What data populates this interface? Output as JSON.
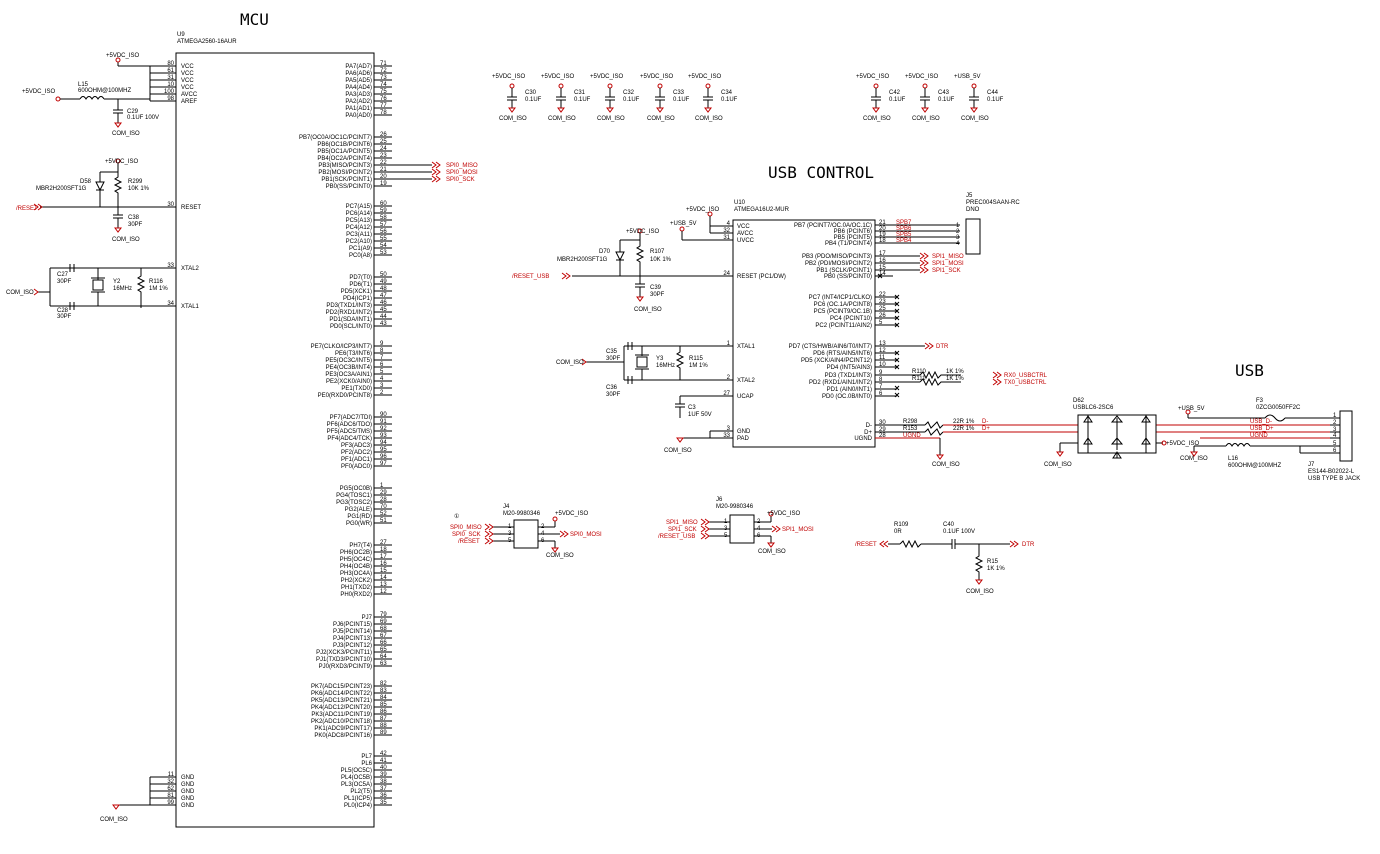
{
  "titles": {
    "mcu": "MCU",
    "usb_control": "USB CONTROL",
    "usb": "USB"
  },
  "u9": {
    "ref": "U9",
    "part": "ATMEGA2560-16AUR",
    "left_pins": [
      {
        "num": "80",
        "name": "VCC"
      },
      {
        "num": "61",
        "name": "VCC"
      },
      {
        "num": "31",
        "name": "VCC"
      },
      {
        "num": "10",
        "name": "VCC"
      },
      {
        "num": "100",
        "name": "AVCC"
      },
      {
        "num": "98",
        "name": "AREF"
      },
      {
        "num": "30",
        "name": "RESET"
      },
      {
        "num": "33",
        "name": "XTAL2"
      },
      {
        "num": "34",
        "name": "XTAL1"
      },
      {
        "num": "11",
        "name": "GND"
      },
      {
        "num": "32",
        "name": "GND"
      },
      {
        "num": "62",
        "name": "GND"
      },
      {
        "num": "81",
        "name": "GND"
      },
      {
        "num": "99",
        "name": "GND"
      }
    ],
    "right_groups": [
      [
        {
          "name": "PA7(AD7)",
          "num": "71"
        },
        {
          "name": "PA6(AD6)",
          "num": "72"
        },
        {
          "name": "PA5(AD5)",
          "num": "73"
        },
        {
          "name": "PA4(AD4)",
          "num": "74"
        },
        {
          "name": "PA3(AD3)",
          "num": "75"
        },
        {
          "name": "PA2(AD2)",
          "num": "76"
        },
        {
          "name": "PA1(AD1)",
          "num": "77"
        },
        {
          "name": "PA0(AD0)",
          "num": "78"
        }
      ],
      [
        {
          "name": "PB7(OC0A/OC1C/PCINT7)",
          "num": "26"
        },
        {
          "name": "PB6(OC1B/PCINT6)",
          "num": "25"
        },
        {
          "name": "PB5(OC1A/PCINT5)",
          "num": "24"
        },
        {
          "name": "PB4(OC2A/PCINT4)",
          "num": "23"
        },
        {
          "name": "PB3(MISO/PCINT3)",
          "num": "22"
        },
        {
          "name": "PB2(MOSI/PCINT2)",
          "num": "21"
        },
        {
          "name": "PB1(SCK/PCINT1)",
          "num": "20"
        },
        {
          "name": "PB0(SS/PCINT0)",
          "num": "19"
        }
      ],
      [
        {
          "name": "PC7(A15)",
          "num": "60"
        },
        {
          "name": "PC6(A14)",
          "num": "59"
        },
        {
          "name": "PC5(A13)",
          "num": "58"
        },
        {
          "name": "PC4(A12)",
          "num": "57"
        },
        {
          "name": "PC3(A11)",
          "num": "56"
        },
        {
          "name": "PC2(A10)",
          "num": "55"
        },
        {
          "name": "PC1(A9)",
          "num": "54"
        },
        {
          "name": "PC0(A8)",
          "num": "53"
        }
      ],
      [
        {
          "name": "PD7(T0)",
          "num": "50"
        },
        {
          "name": "PD6(T1)",
          "num": "49"
        },
        {
          "name": "PD5(XCK1)",
          "num": "48"
        },
        {
          "name": "PD4(ICP1)",
          "num": "47"
        },
        {
          "name": "PD3(TXD1/INT3)",
          "num": "46"
        },
        {
          "name": "PD2(RXD1/INT2)",
          "num": "45"
        },
        {
          "name": "PD1(SDA/INT1)",
          "num": "44"
        },
        {
          "name": "PD0(SCL/INT0)",
          "num": "43"
        }
      ],
      [
        {
          "name": "PE7(CLKO/ICP3/INT7)",
          "num": "9"
        },
        {
          "name": "PE6(T3/INT6)",
          "num": "8"
        },
        {
          "name": "PE5(OC3C/INT5)",
          "num": "7"
        },
        {
          "name": "PE4(OC3B/INT4)",
          "num": "6"
        },
        {
          "name": "PE3(OC3A/AIN1)",
          "num": "5"
        },
        {
          "name": "PE2(XCK0/AIN0)",
          "num": "4"
        },
        {
          "name": "PE1(TXD0)",
          "num": "3"
        },
        {
          "name": "PE0(RXD0/PCINT8)",
          "num": "2"
        }
      ],
      [
        {
          "name": "PF7(ADC7/TDI)",
          "num": "90"
        },
        {
          "name": "PF6(ADC6/TDO)",
          "num": "91"
        },
        {
          "name": "PF5(ADC5/TMS)",
          "num": "92"
        },
        {
          "name": "PF4(ADC4/TCK)",
          "num": "93"
        },
        {
          "name": "PF3(ADC3)",
          "num": "94"
        },
        {
          "name": "PF2(ADC2)",
          "num": "95"
        },
        {
          "name": "PF1(ADC1)",
          "num": "96"
        },
        {
          "name": "PF0(ADC0)",
          "num": "97"
        }
      ],
      [
        {
          "name": "PG5(OC0B)",
          "num": "1"
        },
        {
          "name": "PG4(TOSC1)",
          "num": "29"
        },
        {
          "name": "PG3(TOSC2)",
          "num": "28"
        },
        {
          "name": "PG2(ALE)",
          "num": "70"
        },
        {
          "name": "PG1(RD)",
          "num": "52"
        },
        {
          "name": "PG0(WR)",
          "num": "51"
        }
      ],
      [
        {
          "name": "PH7(T4)",
          "num": "27"
        },
        {
          "name": "PH6(OC2B)",
          "num": "18"
        },
        {
          "name": "PH5(OC4C)",
          "num": "17"
        },
        {
          "name": "PH4(OC4B)",
          "num": "16"
        },
        {
          "name": "PH3(OC4A)",
          "num": "15"
        },
        {
          "name": "PH2(XCK2)",
          "num": "14"
        },
        {
          "name": "PH1(TXD2)",
          "num": "13"
        },
        {
          "name": "PH0(RXD2)",
          "num": "12"
        }
      ],
      [
        {
          "name": "PJ7",
          "num": "79"
        },
        {
          "name": "PJ6(PCINT15)",
          "num": "69"
        },
        {
          "name": "PJ5(PCINT14)",
          "num": "68"
        },
        {
          "name": "PJ4(PCINT13)",
          "num": "67"
        },
        {
          "name": "PJ3(PCINT12)",
          "num": "66"
        },
        {
          "name": "PJ2(XCK3/PCINT11)",
          "num": "65"
        },
        {
          "name": "PJ1(TXD3/PCINT10)",
          "num": "64"
        },
        {
          "name": "PJ0(RXD3/PCINT9)",
          "num": "63"
        }
      ],
      [
        {
          "name": "PK7(ADC15/PCINT23)",
          "num": "82"
        },
        {
          "name": "PK6(ADC14/PCINT22)",
          "num": "83"
        },
        {
          "name": "PK5(ADC13/PCINT21)",
          "num": "84"
        },
        {
          "name": "PK4(ADC12/PCINT20)",
          "num": "85"
        },
        {
          "name": "PK3(ADC11/PCINT19)",
          "num": "86"
        },
        {
          "name": "PK2(ADC10/PCINT18)",
          "num": "87"
        },
        {
          "name": "PK1(ADC9/PCINT17)",
          "num": "88"
        },
        {
          "name": "PK0(ADC8/PCINT16)",
          "num": "89"
        }
      ],
      [
        {
          "name": "PL7",
          "num": "42"
        },
        {
          "name": "PL6",
          "num": "41"
        },
        {
          "name": "PL5(OC5C)",
          "num": "40"
        },
        {
          "name": "PL4(OC5B)",
          "num": "39"
        },
        {
          "name": "PL3(OC5A)",
          "num": "38"
        },
        {
          "name": "PL2(T5)",
          "num": "37"
        },
        {
          "name": "PL1(ICP5)",
          "num": "36"
        },
        {
          "name": "PL0(ICP4)",
          "num": "35"
        }
      ]
    ],
    "nets": {
      "miso": "SPI0_MISO",
      "mosi": "SPI0_MOSI",
      "sck": "SPI0_SCK"
    }
  },
  "u10": {
    "ref": "U10",
    "part": "ATMEGA16U2-MUR",
    "left_pins": [
      {
        "num": "4",
        "name": "VCC"
      },
      {
        "num": "32",
        "name": "AVCC"
      },
      {
        "num": "31",
        "name": "UVCC"
      },
      {
        "num": "24",
        "name": "RESET (PC1/DW)"
      },
      {
        "num": "1",
        "name": "XTAL1"
      },
      {
        "num": "2",
        "name": "XTAL2"
      },
      {
        "num": "27",
        "name": "UCAP"
      },
      {
        "num": "3",
        "name": "GND"
      },
      {
        "num": "33",
        "name": "PAD"
      }
    ],
    "right_pins": [
      {
        "name": "PB7 (PCINT7/OC.0A/OC.1C)",
        "num": "21"
      },
      {
        "name": "PB6 (PCINT6)",
        "num": "20"
      },
      {
        "name": "PB5 (PCINT5)",
        "num": "19"
      },
      {
        "name": "PB4 (T1/PCINT4)",
        "num": "18"
      },
      {
        "name": "PB3 (PDO/MISO/PCINT3)",
        "num": "17"
      },
      {
        "name": "PB2 (PDI/MOSI/PCINT2)",
        "num": "16"
      },
      {
        "name": "PB1 (SCLK/PCINT1)",
        "num": "15"
      },
      {
        "name": "PB0 (SS/PCINT0)",
        "num": "14"
      },
      {
        "name": "PC7 (INT4/ICP1/CLKO)",
        "num": "22"
      },
      {
        "name": "PC6 (OC.1A/PCINT8)",
        "num": "23"
      },
      {
        "name": "PC5 (PCINT9/OC.1B)",
        "num": "25"
      },
      {
        "name": "PC4 (PCINT10)",
        "num": "26"
      },
      {
        "name": "PC2 (PCINT11/AIN2)",
        "num": "5"
      },
      {
        "name": "PD7 (CTS/HWB/AIN6/T0/INT7)",
        "num": "13"
      },
      {
        "name": "PD6 (RTS/AIN5/INT6)",
        "num": "12"
      },
      {
        "name": "PD5 (XCK/AIN4/PCINT12)",
        "num": "11"
      },
      {
        "name": "PD4 (INT5/AIN3)",
        "num": "10"
      },
      {
        "name": "PD3 (TXD1/INT3)",
        "num": "9"
      },
      {
        "name": "PD2 (RXD1/AIN1/INT2)",
        "num": "8"
      },
      {
        "name": "PD1 (AIN0/INT1)",
        "num": "7"
      },
      {
        "name": "PD0 (OC.0B/INT0)",
        "num": "6"
      },
      {
        "name": "D-",
        "num": "30"
      },
      {
        "name": "D+",
        "num": "29"
      },
      {
        "name": "UGND",
        "num": "28"
      }
    ],
    "nets": {
      "spb7": "SPB7",
      "spb6": "SPB6",
      "spb5": "SPB5",
      "spb4": "SPB4",
      "miso": "SPI1_MISO",
      "mosi": "SPI1_MOSI",
      "sck": "SPI1_SCK",
      "dtr": "DTR",
      "rx": "RX0_USBCTRL",
      "tx": "TX0_USBCTRL",
      "usb_dm": "USB_D-",
      "usb_dp": "USB_D+",
      "ugnd": "UGND",
      "reset_usb": "/RESET_USB",
      "reset": "/RESET"
    }
  },
  "power": {
    "vdc_iso": "+5VDC_ISO",
    "usb_5v": "+USB_5V",
    "com_iso": "COM_ISO",
    "usb_5v_plain": "+USB_5V"
  },
  "parts": {
    "l15": {
      "ref": "L15",
      "val": "600OHM@100MHZ"
    },
    "c29": {
      "ref": "C29",
      "val": "0.1UF 100V"
    },
    "d58": {
      "ref": "D58",
      "val": "MBR2H200SFT1G"
    },
    "r299": {
      "ref": "R299",
      "val": "10K 1%"
    },
    "c38": {
      "ref": "C38",
      "val": "30PF"
    },
    "c27": {
      "ref": "C27",
      "val": "30PF"
    },
    "c28": {
      "ref": "C28",
      "val": "30PF"
    },
    "y2": {
      "ref": "Y2",
      "val": "16MHz"
    },
    "r116": {
      "ref": "R116",
      "val": "1M 1%"
    },
    "d70": {
      "ref": "D70",
      "val": "MBR2H200SFT1G"
    },
    "r107": {
      "ref": "R107",
      "val": "10K 1%"
    },
    "c39": {
      "ref": "C39",
      "val": "30PF"
    },
    "c35": {
      "ref": "C35",
      "val": "30PF"
    },
    "c36": {
      "ref": "C36",
      "val": "30PF"
    },
    "y3": {
      "ref": "Y3",
      "val": "16MHz"
    },
    "r115": {
      "ref": "R115",
      "val": "1M 1%"
    },
    "c3": {
      "ref": "C3",
      "val": "1UF 50V"
    },
    "r110": {
      "ref": "R110",
      "val": "1K 1%"
    },
    "r111": {
      "ref": "R111",
      "val": "1K 1%"
    },
    "r298": {
      "ref": "R298",
      "val": "22R 1%"
    },
    "r153": {
      "ref": "R153",
      "val": "22R 1%"
    },
    "j5": {
      "ref": "J5",
      "val": "PREC004SAAN-RC",
      "extra": "DNO"
    },
    "d62": {
      "ref": "D62",
      "val": "USBLC6-2SC6"
    },
    "f3": {
      "ref": "F3",
      "val": "0ZCG0050FF2C"
    },
    "l16": {
      "ref": "L16",
      "val": "600OHM@100MHZ"
    },
    "j7": {
      "ref": "J7",
      "val": "ES144-B02022-L",
      "extra": "USB TYPE B JACK"
    },
    "j4": {
      "ref": "J4",
      "val": "M20-9980346"
    },
    "j6": {
      "ref": "J6",
      "val": "M20-9980346"
    },
    "r109": {
      "ref": "R109",
      "val": "0R"
    },
    "c40": {
      "ref": "C40",
      "val": "0.1UF 100V"
    },
    "r15": {
      "ref": "R15",
      "val": "1K 1%"
    }
  },
  "decoupling": [
    {
      "ref": "C30",
      "val": "0.1UF",
      "rail": "+5VDC_ISO"
    },
    {
      "ref": "C31",
      "val": "0.1UF",
      "rail": "+5VDC_ISO"
    },
    {
      "ref": "C32",
      "val": "0.1UF",
      "rail": "+5VDC_ISO"
    },
    {
      "ref": "C33",
      "val": "0.1UF",
      "rail": "+5VDC_ISO"
    },
    {
      "ref": "C34",
      "val": "0.1UF",
      "rail": "+5VDC_ISO"
    },
    {
      "ref": "C42",
      "val": "0.1UF",
      "rail": "+5VDC_ISO"
    },
    {
      "ref": "C43",
      "val": "0.1UF",
      "rail": "+5VDC_ISO"
    },
    {
      "ref": "C44",
      "val": "0.1UF",
      "rail": "+USB_5V"
    }
  ],
  "pin_numbers": {
    "one": "1",
    "two": "2",
    "three": "3",
    "four": "4",
    "five": "5",
    "six": "6"
  },
  "j7_pins": [
    "1",
    "2",
    "3",
    "4",
    "5",
    "6"
  ],
  "misc": {
    "fiducial": "①"
  }
}
